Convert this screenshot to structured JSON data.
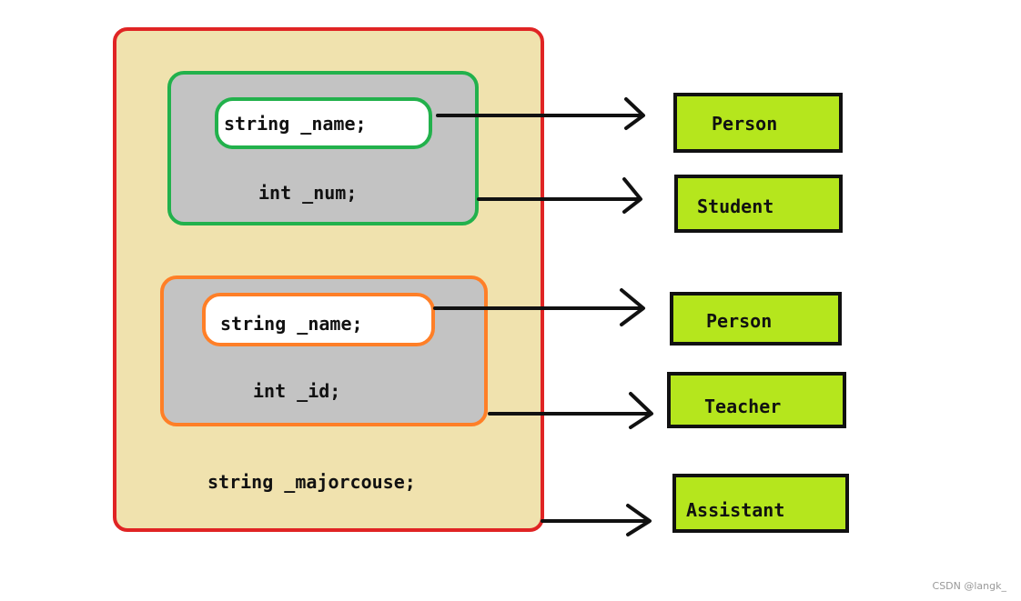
{
  "diagram": {
    "student_fields": {
      "name": "string _name;",
      "num": "int _num;"
    },
    "teacher_fields": {
      "name": "string _name;",
      "id": "int _id;"
    },
    "assistant_field": "string _majorcouse;",
    "classes": {
      "person_1": "Person",
      "student": "Student",
      "person_2": "Person",
      "teacher": "Teacher",
      "assistant": "Assistant"
    },
    "colors": {
      "outer_border": "#e02424",
      "outer_fill": "#f0e2ae",
      "student_border": "#22b14c",
      "teacher_border": "#ff7f27",
      "inner_fill": "#c3c3c3",
      "class_fill": "#b5e61d"
    }
  },
  "watermark": "CSDN @langk_"
}
